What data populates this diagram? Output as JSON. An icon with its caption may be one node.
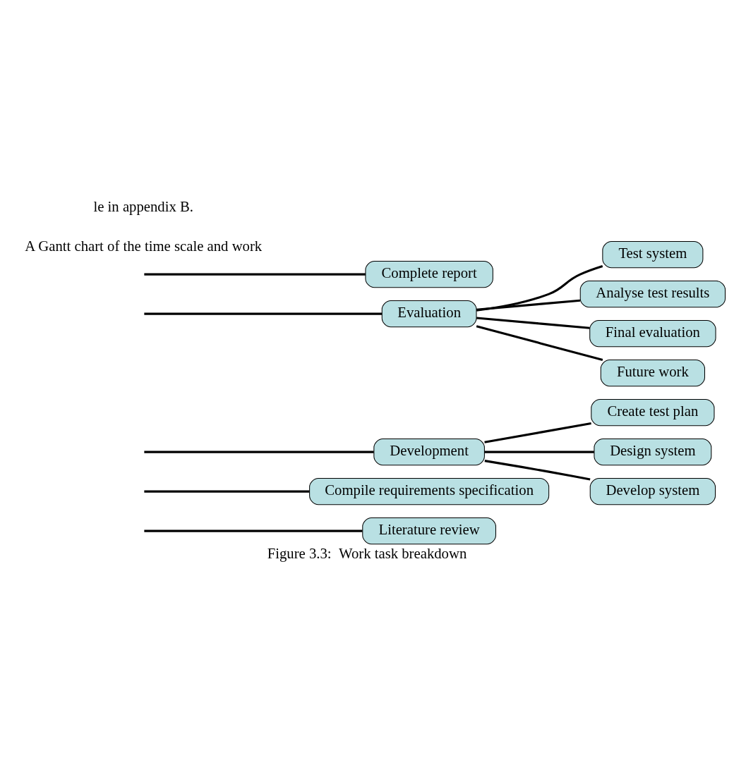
{
  "diagram": {
    "caption": "Figure 3.3:  Work task breakdown",
    "nodes": [
      {
        "text": [
          "Literature review"
        ]
      },
      {
        "text": [
          "Compile requirements specification"
        ]
      },
      {
        "text": [
          "Development"
        ]
      },
      {
        "text": [
          "Create test plan"
        ]
      },
      {
        "text": [
          "Design system"
        ]
      },
      {
        "text": [
          "Develop system"
        ]
      },
      {
        "text": [
          "Evaluation"
        ]
      },
      {
        "text": [
          "Test system"
        ]
      },
      {
        "text": [
          "Analyse test results"
        ]
      },
      {
        "text": [
          "Final evaluation"
        ]
      },
      {
        "text": [
          "Future work"
        ]
      },
      {
        "text": [
          "Complete report"
        ]
      }
    ],
    "edges": [
      {
        "from": null,
        "to": 0,
        "arrow": "none"
      },
      {
        "from": null,
        "to": 1,
        "arrow": "none"
      },
      {
        "from": null,
        "to": 2,
        "arrow": "none"
      },
      {
        "from": 2,
        "to": 3,
        "arrow": "none"
      },
      {
        "from": 2,
        "to": 4,
        "arrow": "none"
      },
      {
        "from": 2,
        "to": 5,
        "arrow": "none"
      },
      {
        "from": null,
        "to": 6,
        "arrow": "none"
      },
      {
        "from": 6,
        "to": 7,
        "arrow": "none"
      },
      {
        "from": 6,
        "to": 8,
        "arrow": "none"
      },
      {
        "from": 6,
        "to": 9,
        "arrow": "none"
      },
      {
        "from": 6,
        "to": 10,
        "arrow": "none"
      },
      {
        "from": null,
        "to": 11,
        "arrow": "none"
      }
    ],
    "labels": [
      "A Gantt chart of the time scale and work",
      "le in appendix B."
    ]
  }
}
